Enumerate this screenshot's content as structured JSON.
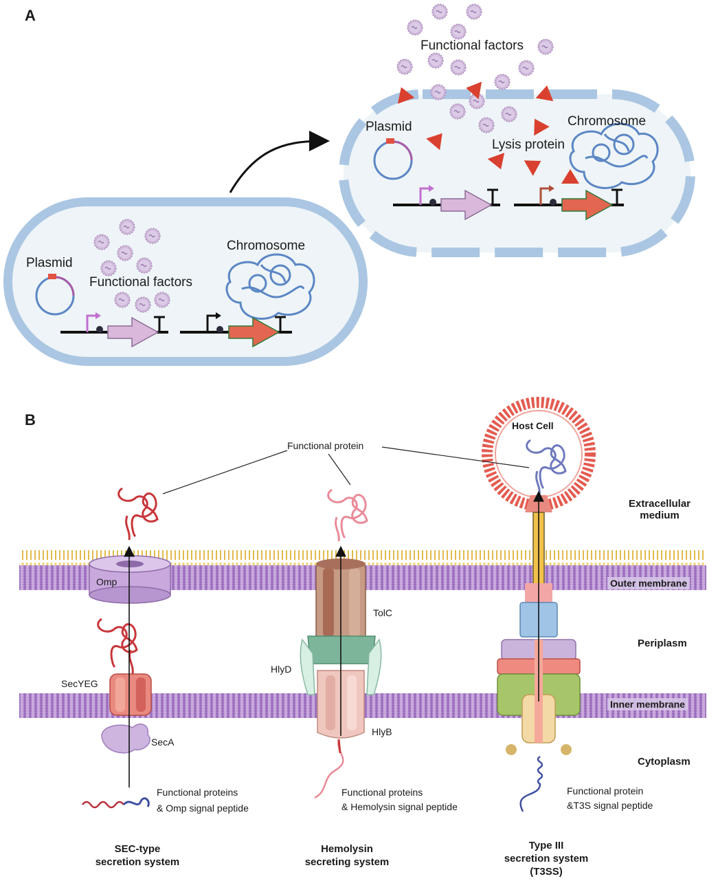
{
  "panels": {
    "a": "A",
    "b": "B"
  },
  "panel_a": {
    "before_cell": {
      "plasmid": "Plasmid",
      "functional_factors": "Functional factors",
      "chromosome": "Chromosome"
    },
    "after_cell": {
      "functional_factors": "Functional factors",
      "plasmid": "Plasmid",
      "lysis_protein": "Lysis protein",
      "chromosome": "Chromosome"
    },
    "colors": {
      "membrane": "#aac6e2",
      "cytoplasm": "#eef4f7",
      "factor": "#cdb5d8",
      "lysis_protein": "#d9402f",
      "gene_purple": "#d9b8dc",
      "gene_red": "#e26650",
      "dna": "#5b86c4"
    }
  },
  "panel_b": {
    "functional_protein": "Functional protein",
    "host_cell": "Host Cell",
    "regions": {
      "extracellular": "Extracellular medium",
      "outer_membrane": "Outer membrane",
      "periplasm": "Periplasm",
      "inner_membrane": "Inner membrane",
      "cytoplasm": "Cytoplasm"
    },
    "sec": {
      "omp": "Omp",
      "secyeg": "SecYEG",
      "seca": "SecA",
      "substrate_line1": "Functional proteins",
      "substrate_line2": "& Omp signal peptide",
      "title_line1": "SEC-type",
      "title_line2": "secretion system"
    },
    "hly": {
      "tolc": "TolC",
      "hlyd": "HlyD",
      "hlyb": "HlyB",
      "substrate_line1": "Functional proteins",
      "substrate_line2": "& Hemolysin signal peptide",
      "title_line1": "Hemolysin",
      "title_line2": "secreting system"
    },
    "t3ss": {
      "substrate_line1": "Functional protein",
      "substrate_line2": "&T3S signal peptide",
      "title_line1": "Type III",
      "title_line2": "secretion system",
      "title_line3": "(T3SS)"
    },
    "colors": {
      "membrane": "#b48ccc",
      "lps": "#e8c15a",
      "protein_red": "#c8363a",
      "protein_pink": "#e98a98",
      "protein_blue": "#6e79bd",
      "host_membrane": "#e45b50"
    }
  }
}
